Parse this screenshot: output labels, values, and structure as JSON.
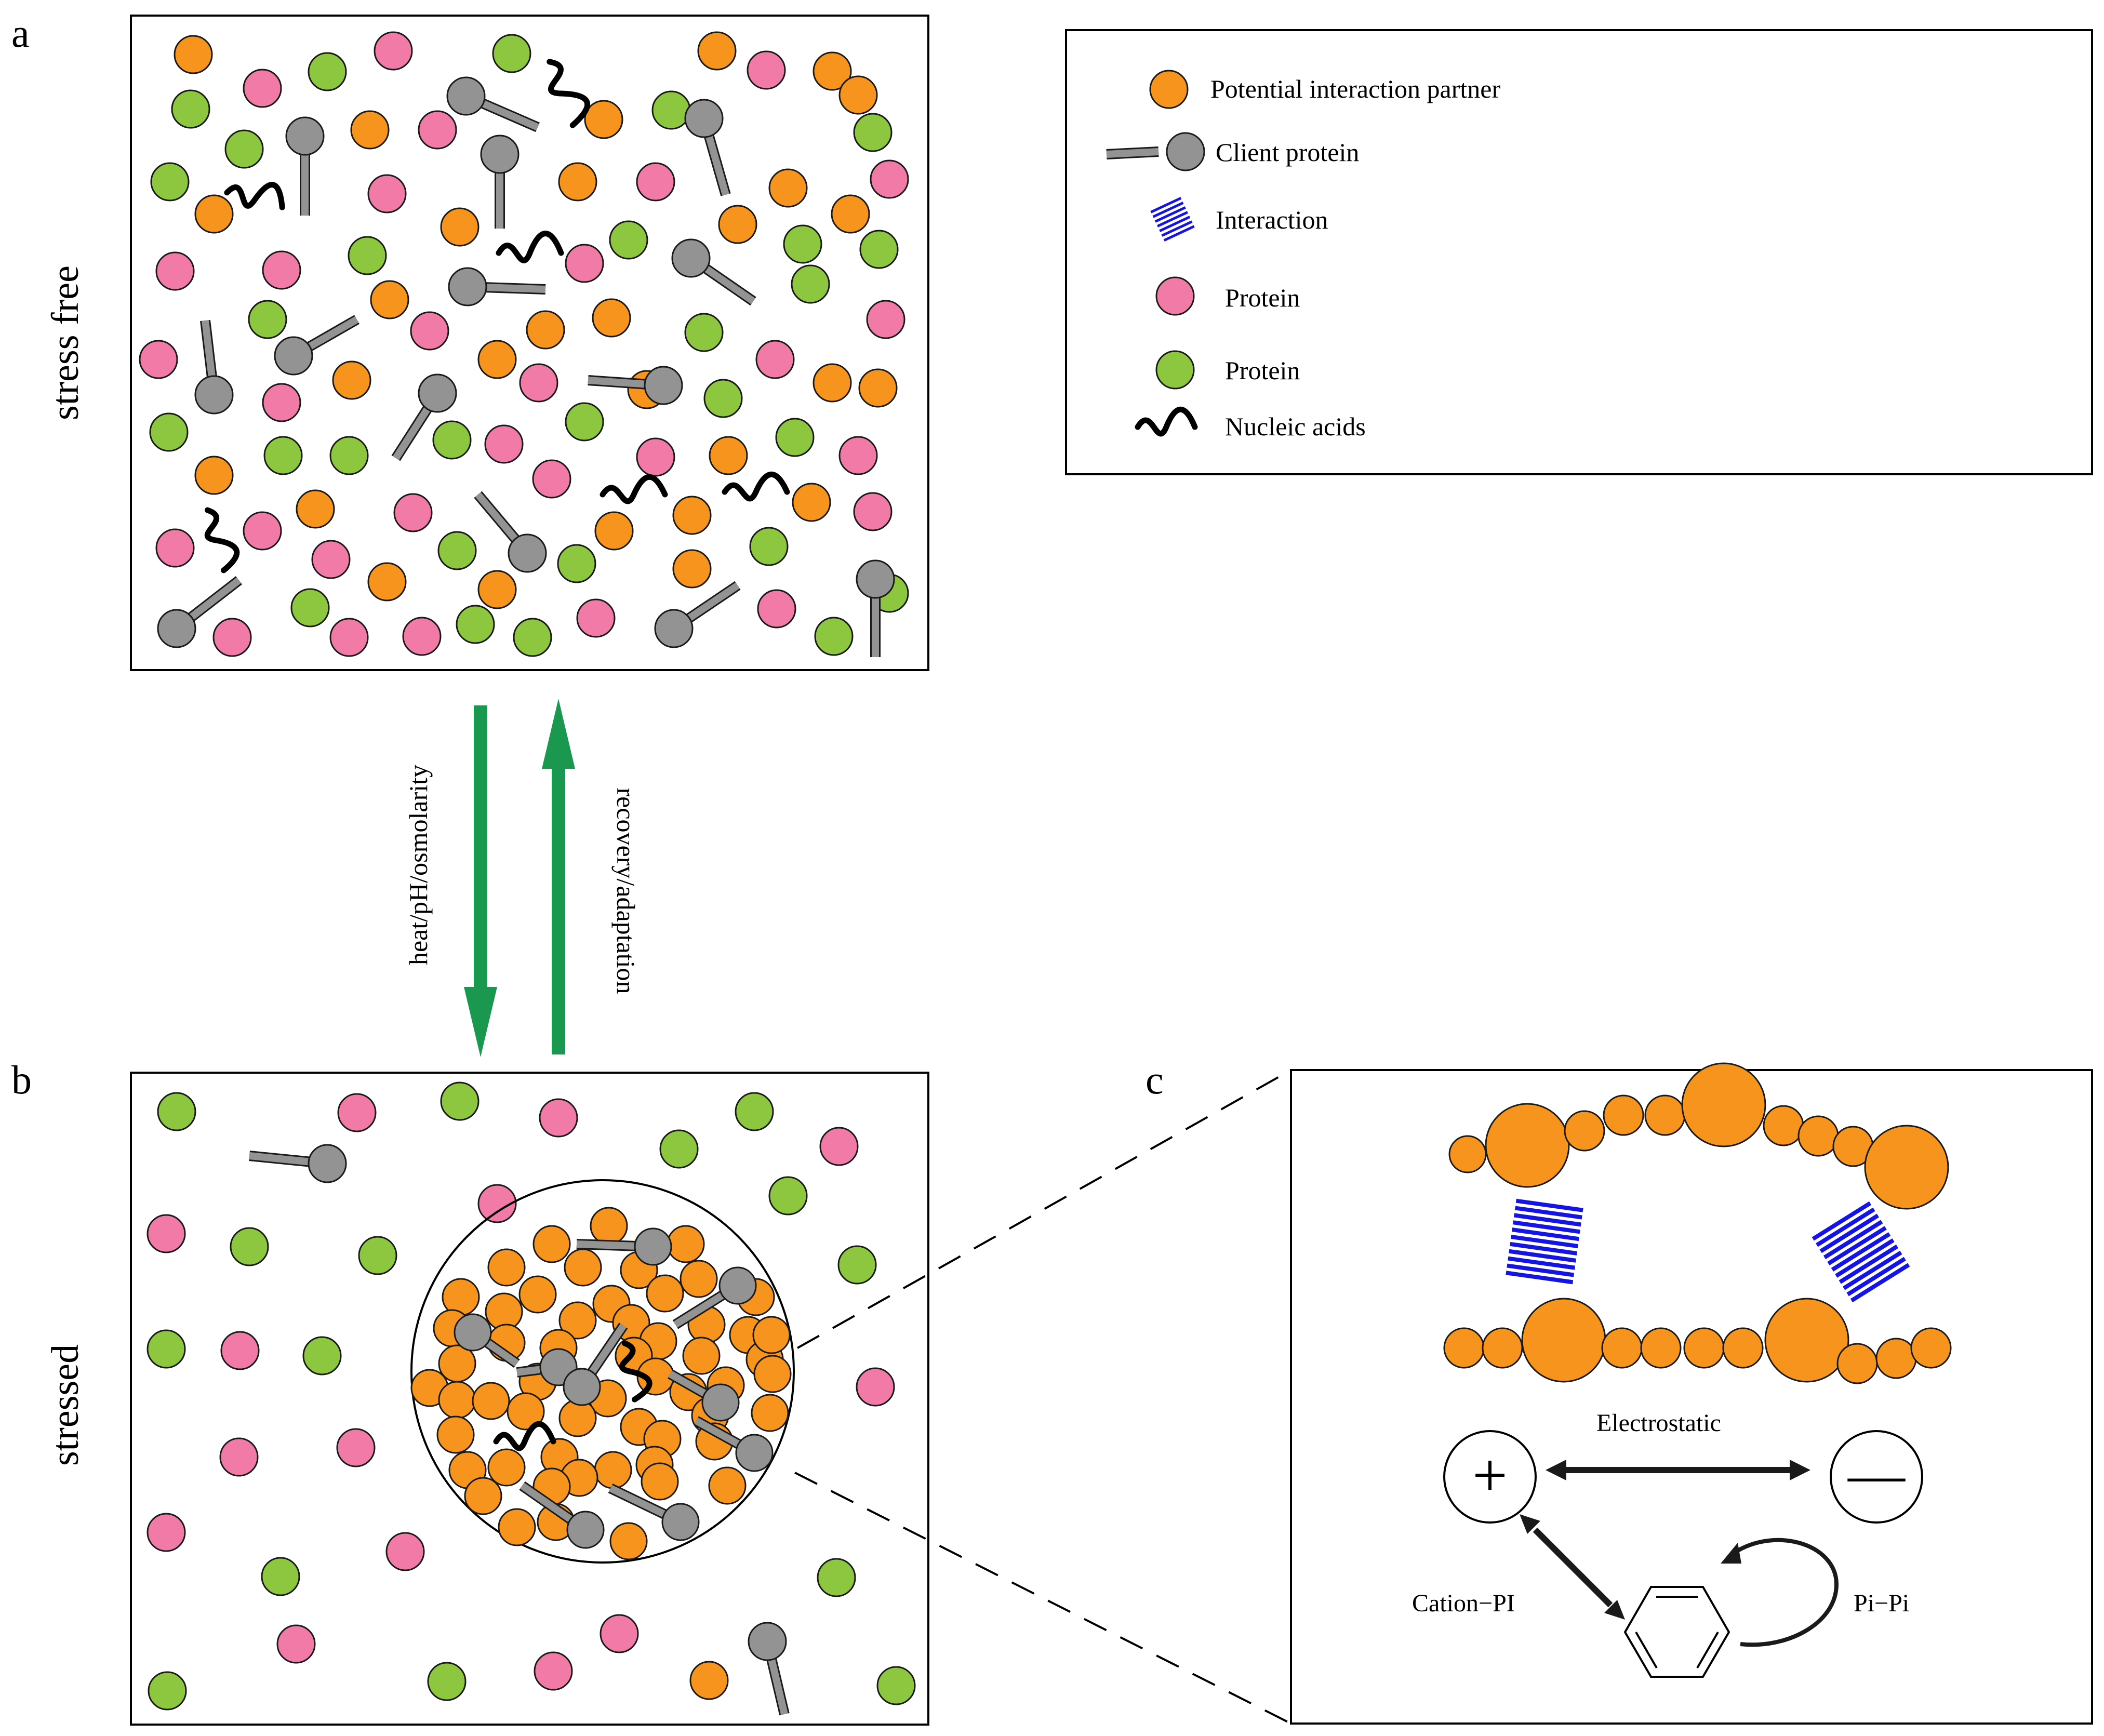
{
  "panel_labels": {
    "a": "a",
    "b": "b",
    "c": "c"
  },
  "panel_a": {
    "side_label": "stress free"
  },
  "panel_b": {
    "side_label": "stressed"
  },
  "arrows": {
    "down_label": "heat/pH/osmolarity",
    "up_label": "recovery/adaptation",
    "color": "#1a9850"
  },
  "legend": {
    "items": [
      {
        "icon": "orange-circle-icon",
        "label": "Potential interaction partner"
      },
      {
        "icon": "client-protein-icon",
        "label": "Client protein"
      },
      {
        "icon": "interaction-hatch-icon",
        "label": "Interaction"
      },
      {
        "icon": "pink-circle-icon",
        "label": "Protein"
      },
      {
        "icon": "green-circle-icon",
        "label": "Protein"
      },
      {
        "icon": "nucleic-acid-icon",
        "label": "Nucleic acids"
      }
    ]
  },
  "panel_c": {
    "electrostatic_label": "Electrostatic",
    "cation_pi_label": "Cation−PI",
    "pi_pi_label": "Pi−Pi",
    "plus_symbol": "+",
    "minus_symbol": "—"
  },
  "colors": {
    "orange": "#f7941d",
    "pink": "#f27aa6",
    "green": "#8dc63f",
    "gray": "#939393",
    "interaction_blue": "#1414e6"
  }
}
